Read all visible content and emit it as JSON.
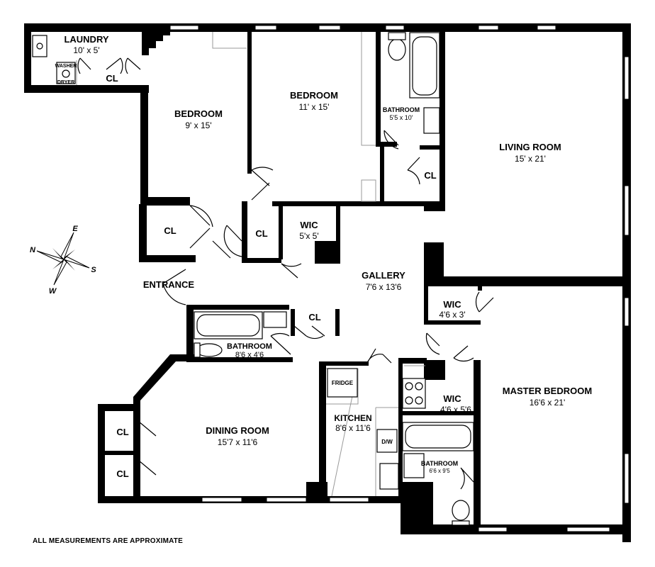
{
  "rooms": {
    "laundry": {
      "name": "LAUNDRY",
      "size": "10' x 5'"
    },
    "laundry_closet": {
      "name": "CL"
    },
    "washer_dryer": {
      "washer": "WASHER",
      "dryer": "DRYER"
    },
    "bedroom_1": {
      "name": "BEDROOM",
      "size": "9' x 15'"
    },
    "bedroom_2": {
      "name": "BEDROOM",
      "size": "11' x 15'"
    },
    "bathroom_1": {
      "name": "BATHROOM",
      "size": "5'5 x 10'"
    },
    "living_room": {
      "name": "LIVING ROOM",
      "size": "15' x 21'"
    },
    "closet_bath1": {
      "name": "CL"
    },
    "closet_bed1": {
      "name": "CL"
    },
    "closet_mid": {
      "name": "CL"
    },
    "wic_1": {
      "name": "WIC",
      "size": "5'x 5'"
    },
    "entrance": {
      "name": "ENTRANCE"
    },
    "gallery": {
      "name": "GALLERY",
      "size": "7'6 x 13'6"
    },
    "wic_2": {
      "name": "WIC",
      "size": "4'6 x 3'"
    },
    "bathroom_2": {
      "name": "BATHROOM",
      "size": "8'6 x 4'6"
    },
    "closet_bath2": {
      "name": "CL"
    },
    "master_bedroom": {
      "name": "MASTER BEDROOM",
      "size": "16'6 x 21'"
    },
    "wic_3": {
      "name": "WIC",
      "size": "4'6 x 5'6"
    },
    "kitchen": {
      "name": "KITCHEN",
      "size": "8'6 x 11'6"
    },
    "fridge": {
      "name": "FRIDGE"
    },
    "dishwasher": {
      "name": "D/W"
    },
    "bathroom_3": {
      "name": "BATHROOM",
      "size": "6'6 x 9'5"
    },
    "dining_room": {
      "name": "DINING ROOM",
      "size": "15'7 x 11'6"
    },
    "closet_dining_1": {
      "name": "CL"
    },
    "closet_dining_2": {
      "name": "CL"
    }
  },
  "compass": {
    "n": "N",
    "e": "E",
    "s": "S",
    "w": "W"
  },
  "footer_note": "ALL MEASUREMENTS ARE APPROXIMATE"
}
